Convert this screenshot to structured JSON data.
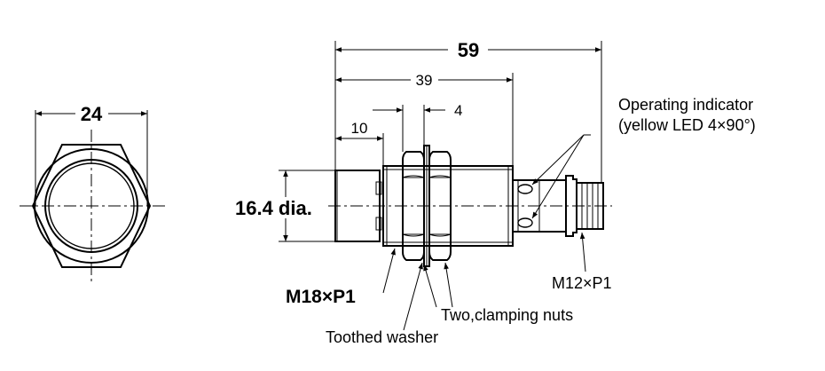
{
  "dimensions": {
    "overall_length": "59",
    "body_length": "39",
    "nut_thickness": "4",
    "nut_offset": "10",
    "hex_width": "24",
    "diameter": "16.4 dia."
  },
  "labels": {
    "operating_indicator_line1": "Operating indicator",
    "operating_indicator_line2": "(yellow LED 4×90°)",
    "thread_main": "M18×P1",
    "thread_connector": "M12×P1",
    "clamping_nuts": "Two,clamping nuts",
    "toothed_washer": "Toothed washer"
  }
}
